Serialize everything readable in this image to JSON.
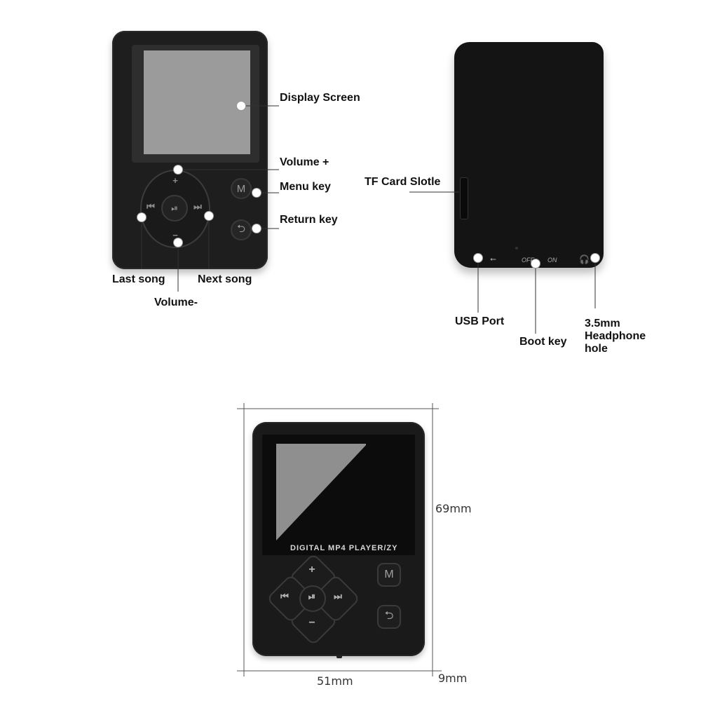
{
  "front_view": {
    "labels": {
      "display_screen": "Display Screen",
      "volume_up": "Volume +",
      "menu_key": "Menu key",
      "return_key": "Return key",
      "last_song": "Last song",
      "next_song": "Next song",
      "volume_down": "Volume-"
    },
    "button_glyphs": {
      "plus": "+",
      "minus": "−",
      "prev": "⏮",
      "play_pause": "⏯",
      "next": "⏭",
      "menu": "M",
      "return": "⮌"
    },
    "colors": {
      "body": "#1e1e1e",
      "screen": "#9b9b9b"
    }
  },
  "back_view": {
    "labels": {
      "tf_card_slot": "TF Card Slotle",
      "usb_port": "USB Port",
      "boot_key": "Boot key",
      "headphone_line1": "3.5mm",
      "headphone_line2": "Headphone",
      "headphone_line3": "hole"
    },
    "switch_labels": {
      "off": "OFF",
      "on": "ON"
    },
    "icons": {
      "usb": "usb-icon",
      "headphone": "headphone-icon"
    }
  },
  "dimension_view": {
    "brand_text": "DIGITAL MP4 PLAYER/ZY",
    "height_label": "69mm",
    "width_label": "51mm",
    "depth_label": "9mm",
    "button_glyphs": {
      "plus": "+",
      "minus": "−",
      "prev": "⏮",
      "play_pause": "⏯",
      "next": "⏭",
      "menu": "M",
      "return": "⮌"
    }
  }
}
